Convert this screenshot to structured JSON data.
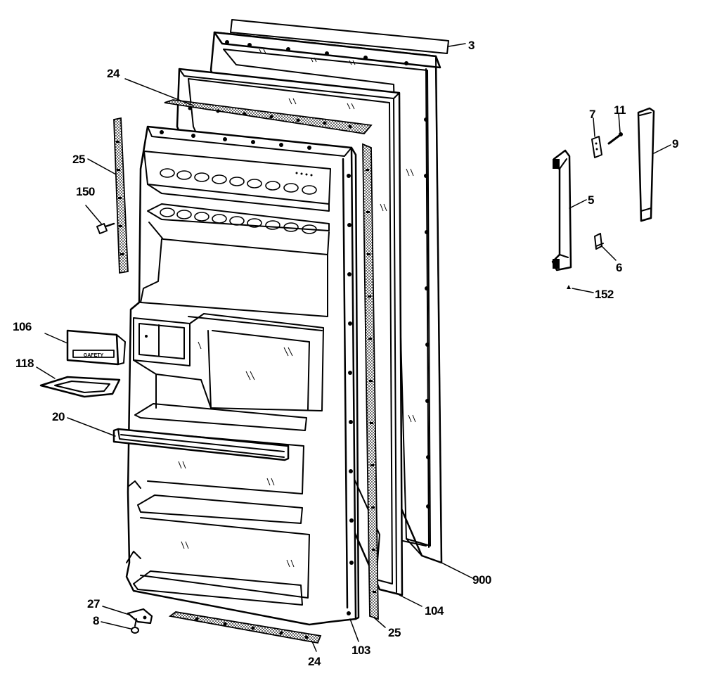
{
  "diagram": {
    "colors": {
      "ink": "#000000",
      "paper": "#ffffff"
    },
    "badge_text": "GAFETY",
    "callouts": [
      {
        "id": "c3",
        "label": "3"
      },
      {
        "id": "c24a",
        "label": "24"
      },
      {
        "id": "c25a",
        "label": "25"
      },
      {
        "id": "c150",
        "label": "150"
      },
      {
        "id": "c106",
        "label": "106"
      },
      {
        "id": "c118",
        "label": "118"
      },
      {
        "id": "c20",
        "label": "20"
      },
      {
        "id": "c27",
        "label": "27"
      },
      {
        "id": "c8",
        "label": "8"
      },
      {
        "id": "c24b",
        "label": "24"
      },
      {
        "id": "c103",
        "label": "103"
      },
      {
        "id": "c25b",
        "label": "25"
      },
      {
        "id": "c104",
        "label": "104"
      },
      {
        "id": "c900",
        "label": "900"
      },
      {
        "id": "c7",
        "label": "7"
      },
      {
        "id": "c11",
        "label": "11"
      },
      {
        "id": "c9",
        "label": "9"
      },
      {
        "id": "c5",
        "label": "5"
      },
      {
        "id": "c6",
        "label": "6"
      },
      {
        "id": "c152",
        "label": "152"
      }
    ]
  }
}
